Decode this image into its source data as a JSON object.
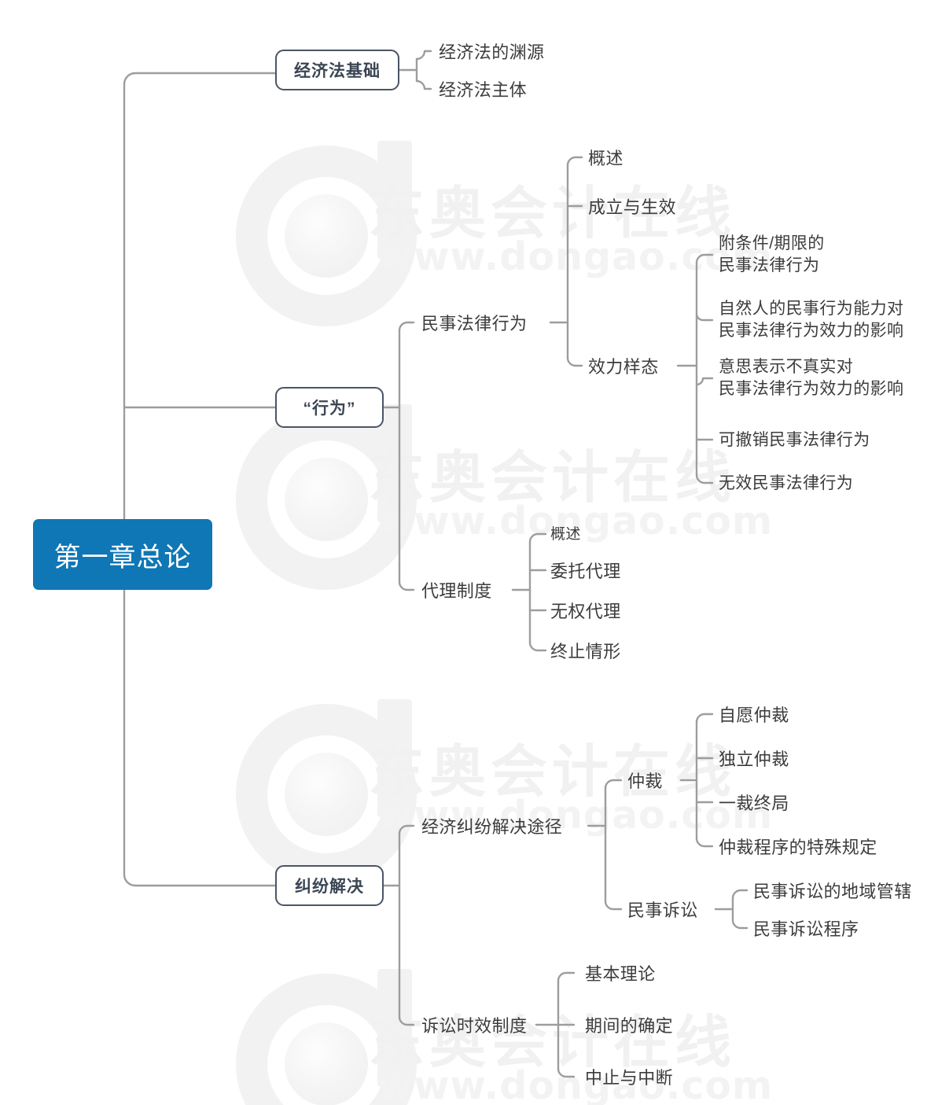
{
  "title": "第一章总论 思维导图",
  "watermark": {
    "brand_text": "东奥会计在线",
    "url_text": "www.dongao.com",
    "logo_name": "dongao-d-logo"
  },
  "colors": {
    "root_fill": "#0f77b5",
    "root_text": "#ffffff",
    "box_border": "#4a5565",
    "box_text": "#3b4654",
    "leaf_text": "#3c3c3c",
    "connector": "#9d9d9d",
    "watermark": "#f1f1f1",
    "background": "#ffffff"
  },
  "mindmap": {
    "root": {
      "label": "第一章总论"
    },
    "branches": [
      {
        "id": "b1",
        "label": "经济法基础",
        "children": [
          {
            "label": "经济法的渊源"
          },
          {
            "label": "经济法主体"
          }
        ]
      },
      {
        "id": "b2",
        "label": "“行为”",
        "children": [
          {
            "label": "民事法律行为",
            "children": [
              {
                "label": "概述"
              },
              {
                "label": "成立与生效"
              },
              {
                "label": "效力样态",
                "children": [
                  {
                    "label": "附条件/期限的\n民事法律行为"
                  },
                  {
                    "label": "自然人的民事行为能力对\n民事法律行为效力的影响"
                  },
                  {
                    "label": "意思表示不真实对\n民事法律行为效力的影响"
                  },
                  {
                    "label": "可撤销民事法律行为"
                  },
                  {
                    "label": "无效民事法律行为"
                  }
                ]
              }
            ]
          },
          {
            "label": "代理制度",
            "children": [
              {
                "label": "概述"
              },
              {
                "label": "委托代理"
              },
              {
                "label": "无权代理"
              },
              {
                "label": "终止情形"
              }
            ]
          }
        ]
      },
      {
        "id": "b3",
        "label": "纠纷解决",
        "children": [
          {
            "label": "经济纠纷解决途径",
            "children": [
              {
                "label": "仲裁",
                "children": [
                  {
                    "label": "自愿仲裁"
                  },
                  {
                    "label": "独立仲裁"
                  },
                  {
                    "label": "一裁终局"
                  },
                  {
                    "label": "仲裁程序的特殊规定"
                  }
                ]
              },
              {
                "label": "民事诉讼",
                "children": [
                  {
                    "label": "民事诉讼的地域管辖"
                  },
                  {
                    "label": "民事诉讼程序"
                  }
                ]
              }
            ]
          },
          {
            "label": "诉讼时效制度",
            "children": [
              {
                "label": "基本理论"
              },
              {
                "label": "期间的确定"
              },
              {
                "label": "中止与中断"
              }
            ]
          }
        ]
      }
    ]
  }
}
